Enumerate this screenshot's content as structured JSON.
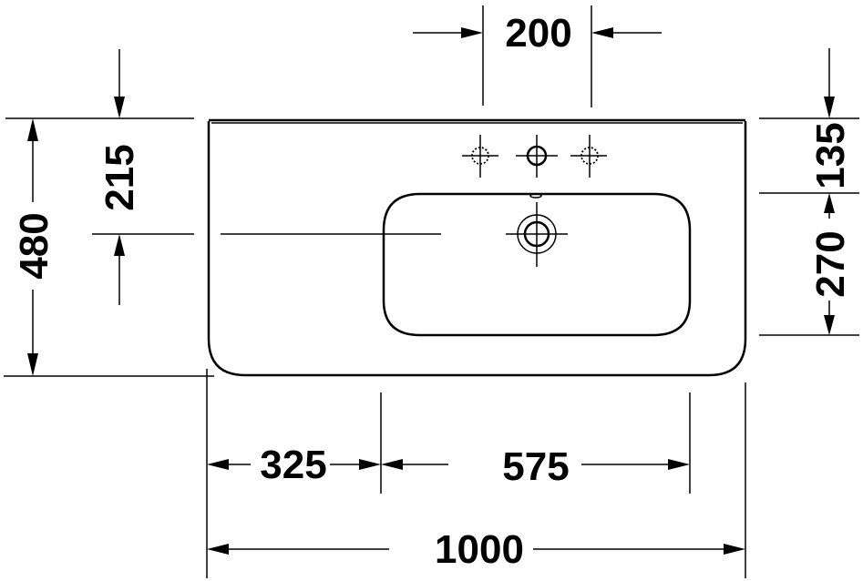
{
  "drawing": {
    "title": "Washbasin dimension drawing (top view)",
    "units": "mm",
    "colors": {
      "line": "#000000",
      "background": "#ffffff"
    }
  },
  "dimensions": {
    "tap_hole_spacing": {
      "label": "200",
      "orientation": "horizontal",
      "position": "top"
    },
    "overall_depth": {
      "label": "480",
      "orientation": "vertical",
      "position": "left"
    },
    "drain_from_back": {
      "label": "215",
      "orientation": "vertical",
      "position": "left-inner"
    },
    "back_to_bowl": {
      "label": "135",
      "orientation": "vertical",
      "position": "right-top"
    },
    "bowl_depth": {
      "label": "270",
      "orientation": "vertical",
      "position": "right-bottom"
    },
    "left_to_bowl": {
      "label": "325",
      "orientation": "horizontal",
      "position": "bottom-left"
    },
    "bowl_width": {
      "label": "575",
      "orientation": "horizontal",
      "position": "bottom-right"
    },
    "overall_width": {
      "label": "1000",
      "orientation": "horizontal",
      "position": "bottom"
    }
  },
  "features": {
    "tap_holes": [
      {
        "name": "left-tap-hole",
        "style": "dotted (optional)"
      },
      {
        "name": "center-tap-hole",
        "style": "solid"
      },
      {
        "name": "right-tap-hole",
        "style": "dotted (optional)"
      }
    ],
    "drain": {
      "name": "waste-outlet",
      "style": "double ring"
    },
    "overflow": {
      "name": "overflow-slot"
    },
    "bowl": {
      "name": "basin-bowl",
      "shape": "rounded rectangle",
      "placement": "right"
    }
  }
}
